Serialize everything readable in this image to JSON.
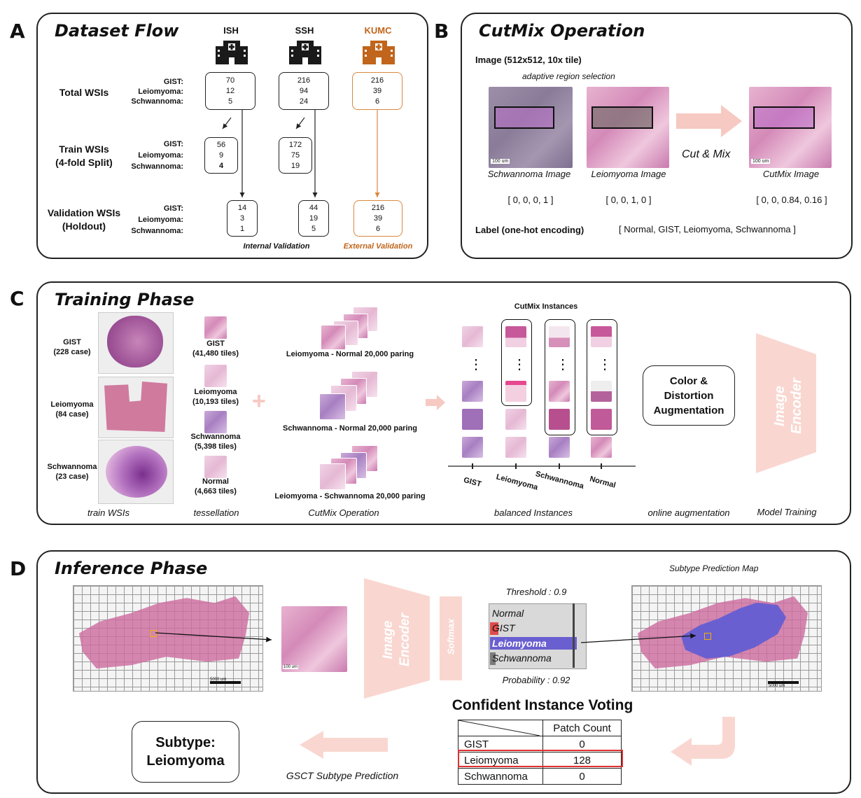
{
  "panel_a": {
    "letter": "A",
    "title": "Dataset Flow",
    "sites": [
      {
        "name": "ISH",
        "icon": "hospital-icon"
      },
      {
        "name": "SSH",
        "icon": "hospital-icon"
      },
      {
        "name": "KUMC",
        "icon": "hospital-icon"
      }
    ],
    "rows": [
      {
        "label": "Total WSIs",
        "classes": [
          "GIST:",
          "Leiomyoma:",
          "Schwannoma:"
        ],
        "ish": [
          "70",
          "12",
          "5"
        ],
        "ssh": [
          "216",
          "94",
          "24"
        ],
        "kumc": [
          "216",
          "39",
          "6"
        ]
      },
      {
        "label_1": "Train WSIs",
        "label_2": "(4-fold Split)",
        "classes": [
          "GIST:",
          "Leiomyoma:",
          "Schwannoma:"
        ],
        "ish": [
          "56",
          "9",
          "4"
        ],
        "ssh": [
          "172",
          "75",
          "19"
        ]
      },
      {
        "label_1": "Validation WSIs",
        "label_2": "(Holdout)",
        "classes": [
          "GIST:",
          "Leiomyoma:",
          "Schwannoma:"
        ],
        "ish": [
          "14",
          "3",
          "1"
        ],
        "ssh": [
          "44",
          "19",
          "5"
        ],
        "kumc": [
          "216",
          "39",
          "6"
        ]
      }
    ],
    "internal_validation": "Internal Validation",
    "external_validation": "External Validation",
    "accent_color": "#c0651b"
  },
  "panel_b": {
    "letter": "B",
    "title": "CutMix Operation",
    "image_caption": "Image (512x512, 10x tile)",
    "region_caption": "adaptive region selection",
    "scale_bar": "100 um",
    "images": [
      {
        "caption": "Schwannoma Image",
        "label": "[ 0, 0, 0, 1 ]"
      },
      {
        "caption": "Leiomyoma Image",
        "label": "[ 0, 0, 1, 0 ]"
      },
      {
        "caption": "CutMix Image",
        "label": "[ 0, 0, 0.84, 0.16 ]"
      }
    ],
    "cut_mix": "Cut & Mix",
    "label_title": "Label (one-hot encoding)",
    "label_classes": "[ Normal, GIST, Leiomyoma, Schwannoma ]"
  },
  "panel_c": {
    "letter": "C",
    "title": "Training Phase",
    "wsis": [
      {
        "name": "GIST",
        "count": "(228 case)"
      },
      {
        "name": "Leiomyoma",
        "count": "(84 case)"
      },
      {
        "name": "Schwannoma",
        "count": "(23 case)"
      }
    ],
    "tiles": [
      {
        "name": "GIST",
        "count": "(41,480 tiles)"
      },
      {
        "name": "Leiomyoma",
        "count": "(10,193 tiles)"
      },
      {
        "name": "Schwannoma",
        "count": "(5,398 tiles)"
      },
      {
        "name": "Normal",
        "count": "(4,663 tiles)"
      }
    ],
    "pairings": [
      "Leiomyoma - Normal 20,000 paring",
      "Schwannoma - Normal 20,000 paring",
      "Leiomyoma - Schwannoma 20,000 paring"
    ],
    "cutmix_instances": "CutMix Instances",
    "ellipsis": "⋮",
    "instance_classes": [
      "GIST",
      "Leiomyoma",
      "Schwannoma",
      "Normal"
    ],
    "augmentation": [
      "Color &",
      "Distortion",
      "Augmentation"
    ],
    "encoder_1": "Image",
    "encoder_2": "Encoder",
    "captions": [
      "train WSIs",
      "tessellation",
      "CutMix Operation",
      "balanced Instances",
      "online augmentation",
      "Model Training"
    ],
    "plus": "+"
  },
  "panel_d": {
    "letter": "D",
    "title": "Inference Phase",
    "scale_bar_wsi": "5000 um",
    "scale_bar_tile": "100 um",
    "encoder_1": "Image",
    "encoder_2": "Encoder",
    "softmax": "Softmax",
    "threshold": "Threshold : 0.9",
    "probability": "Probability : 0.92",
    "prob_classes": [
      "Normal",
      "GIST",
      "Leiomyoma",
      "Schwannoma"
    ],
    "prob_values": [
      0.0,
      0.05,
      0.92,
      0.03
    ],
    "prediction_map": "Subtype Prediction Map",
    "voting_title": "Confident Instance Voting",
    "table_header": "Patch Count",
    "table_rows": [
      {
        "cls": "GIST",
        "count": "0"
      },
      {
        "cls": "Leiomyoma",
        "count": "128"
      },
      {
        "cls": "Schwannoma",
        "count": "0"
      }
    ],
    "subtype_1": "Subtype:",
    "subtype_2": "Leiomyoma",
    "gsct": "GSCT Subtype Prediction",
    "colors": {
      "leiomyoma": "#6a5fd0",
      "gist": "#e04b4b",
      "highlight": "#e03030",
      "arrow": "#f6c9c2"
    }
  }
}
